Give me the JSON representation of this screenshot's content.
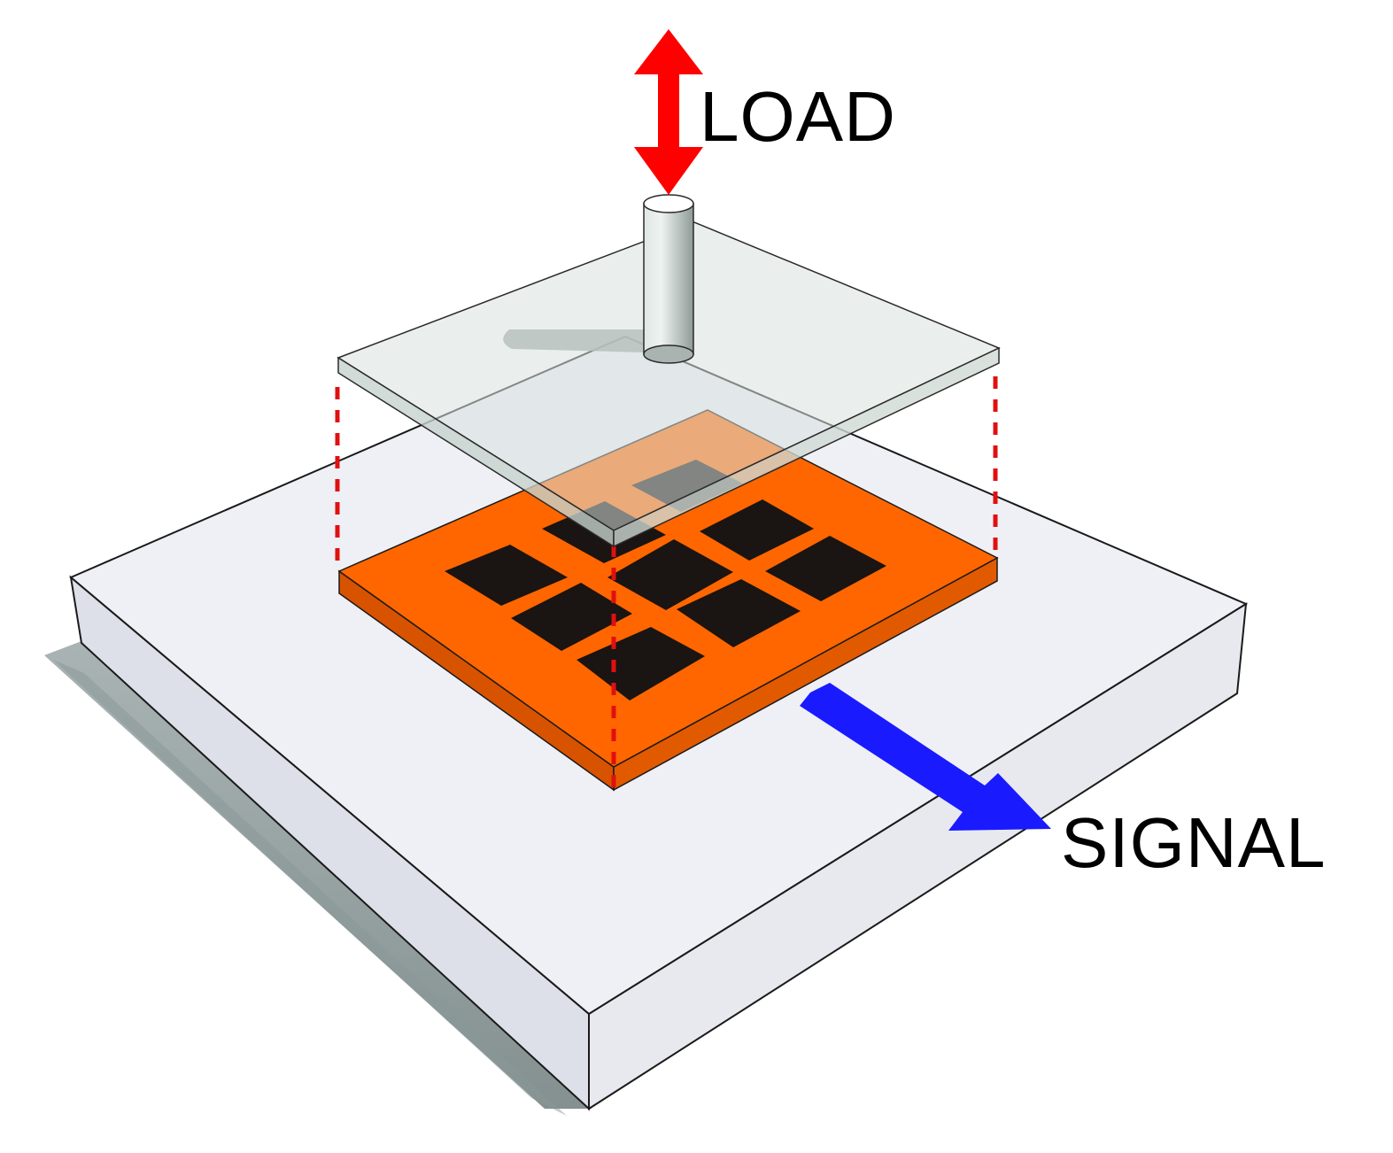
{
  "labels": {
    "load": "LOAD",
    "signal": "SIGNAL"
  },
  "colors": {
    "load_arrow": "#ff0000",
    "signal_arrow": "#1a1aff",
    "sensor_base": "#ff6600",
    "sensor_side": "#d44f00",
    "sensing_pad": "#1a1412",
    "platform_top": "#eef0f5",
    "platform_side": "#dfe2ea",
    "glass_plate": "#d8e2de",
    "plunger": "#b8c2be",
    "guide_lines": "#e01010",
    "shadow": "#7e8c8c"
  },
  "icons": {
    "load_arrow": "double-vertical-arrow",
    "signal_arrow": "diagonal-arrow"
  }
}
